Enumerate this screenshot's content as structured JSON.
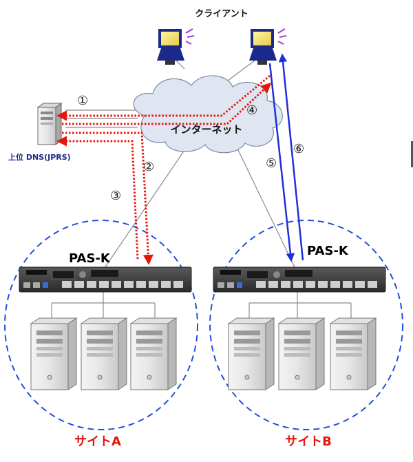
{
  "labels": {
    "client": "クライアント",
    "internet": "インターネット",
    "upstream_dns": "上位 DNS(JPRS)",
    "pas_k_a": "PAS-K",
    "pas_k_b": "PAS-K",
    "site_a": "サイトA",
    "site_b": "サイトB"
  },
  "steps": [
    "①",
    "②",
    "③",
    "④",
    "⑤",
    "⑥"
  ],
  "colors": {
    "dns_flow": "#e8140c",
    "http_flow": "#1e2fd8",
    "site_boundary": "#1f4fd8",
    "site_label": "#e8140c",
    "dns_label": "#1b2a8a",
    "cloud_fill": "#dfe6f2",
    "line": "#7a7a7a"
  }
}
